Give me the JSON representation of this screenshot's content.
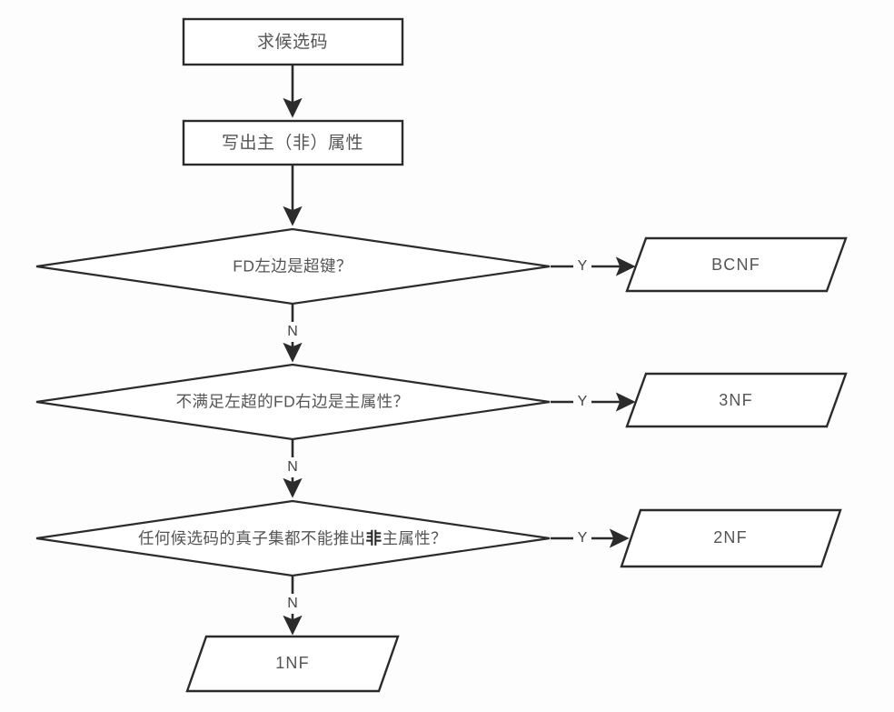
{
  "diagram": {
    "title": "求候选码 normal form decision flowchart",
    "colors": {
      "background": "#fdfdfd",
      "stroke": "#2b2b2b",
      "text": "#555555",
      "emphasis_text": "#262626",
      "shape_fill": "#ffffff"
    },
    "nodes": {
      "start": {
        "shape": "rectangle",
        "label": "求候选码"
      },
      "write_attributes": {
        "shape": "rectangle",
        "label": "写出主（非）属性"
      },
      "decision_superkey": {
        "shape": "diamond",
        "label": "FD左边是超键？"
      },
      "decision_prime_attr": {
        "shape": "diamond",
        "label": "不满足左超的FD右边是主属性？"
      },
      "decision_proper_subset": {
        "shape": "diamond",
        "label_part1": "任何候选码的真子集都不能推出",
        "label_emphasis": "非",
        "label_part2": "主属性？"
      },
      "result_bcnf": {
        "shape": "parallelogram",
        "label": "BCNF"
      },
      "result_3nf": {
        "shape": "parallelogram",
        "label": "3NF"
      },
      "result_2nf": {
        "shape": "parallelogram",
        "label": "2NF"
      },
      "result_1nf": {
        "shape": "parallelogram",
        "label": "1NF"
      }
    },
    "edges": {
      "start_to_write": {
        "label": ""
      },
      "write_to_d1": {
        "label": ""
      },
      "d1_yes": {
        "label": "Y"
      },
      "d1_no": {
        "label": "N"
      },
      "d2_yes": {
        "label": "Y"
      },
      "d2_no": {
        "label": "N"
      },
      "d3_yes": {
        "label": "Y"
      },
      "d3_no": {
        "label": "N"
      }
    }
  }
}
